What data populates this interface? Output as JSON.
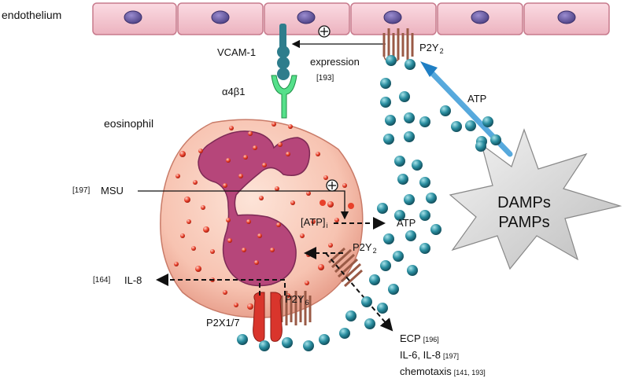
{
  "labels": {
    "endothelium": "endothelium",
    "vcam": "VCAM-1",
    "expression": "expression",
    "ref_expression": "[193]",
    "p2y2_top": "P2Y",
    "p2y2_top_sub": "2",
    "atp_top": "ATP",
    "integrin": "α4β1",
    "eosinophil": "eosinophil",
    "msu_ref": "[197]",
    "msu": "MSU",
    "atp_intra": "[ATP]",
    "atp_intra_sub": "i",
    "atp_extra": "ATP",
    "p2y2_mid": "P2Y",
    "p2y2_mid_sub": "2",
    "il8_ref": "[164]",
    "il8": "IL-8",
    "p2y6": "P2Y",
    "p2y6_sub": "6",
    "p2x": "P2X1/7",
    "ecp": "ECP",
    "ecp_ref": "[196]",
    "il6": "IL-6, IL-8",
    "il6_ref": "[197]",
    "chemotaxis": "chemotaxis",
    "chemotaxis_ref": "[141, 193]",
    "damps": "DAMPs",
    "pamps": "PAMPs"
  },
  "colors": {
    "endothelial_cell": "#f3c6d0",
    "endothelial_border": "#c77a8c",
    "nucleus": "#6a5a9e",
    "vcam": "#2e7d8c",
    "integrin": "#55e08a",
    "eosinophil_cell": "#f8c8b8",
    "eosinophil_nucleus": "#b6467a",
    "granule": "#e8402a",
    "atp_sphere": "#2a8ea0",
    "receptor": "#b06a55",
    "p2x_channel": "#d9352c",
    "atp_arrow": "#3aa0dc",
    "star": "#d8d8d8"
  }
}
